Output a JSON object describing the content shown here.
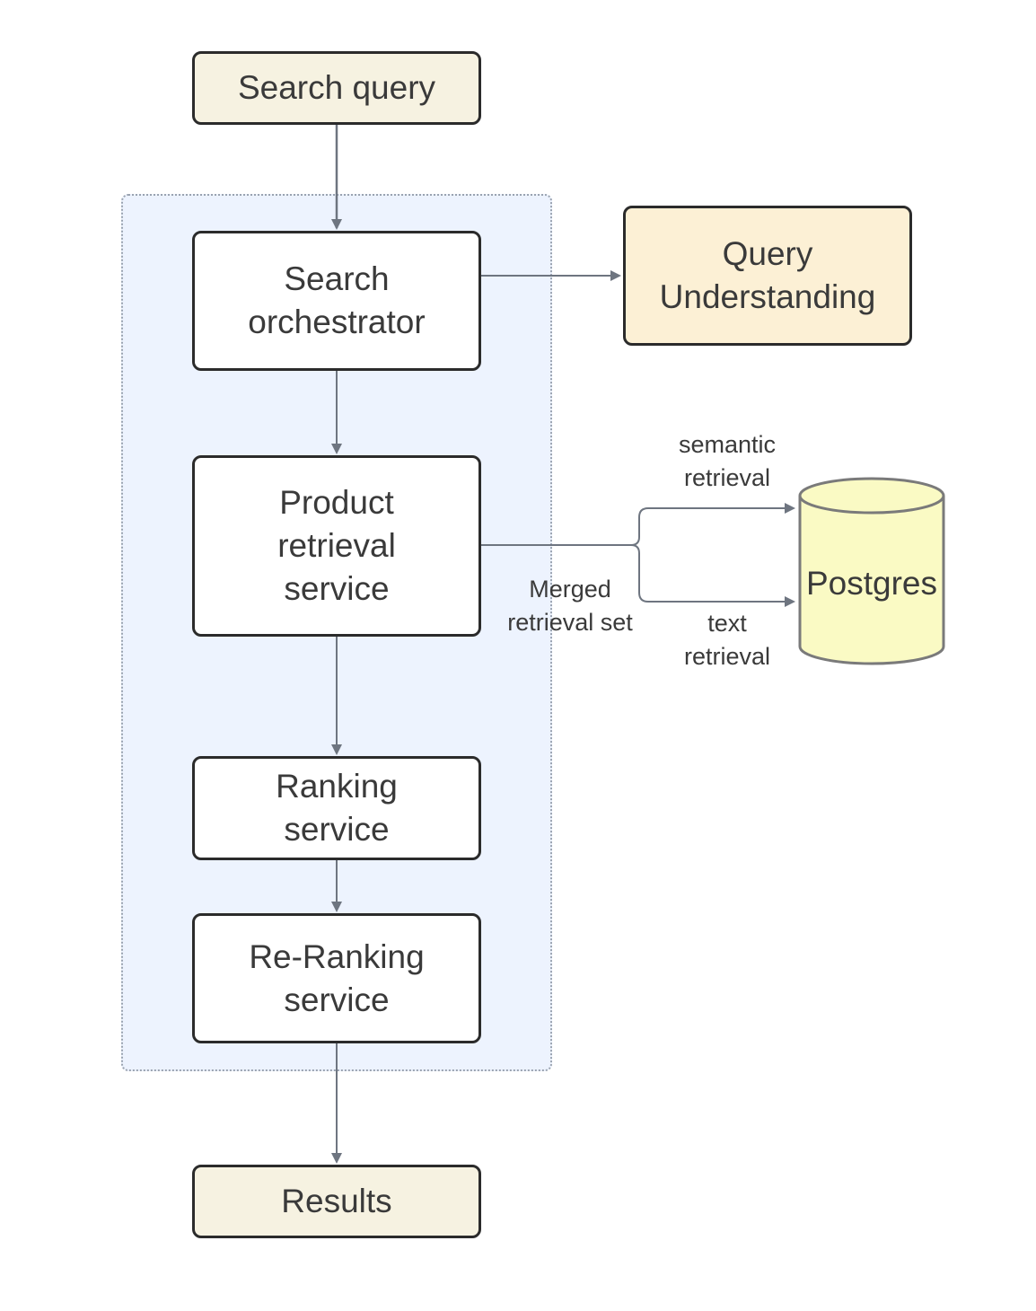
{
  "nodes": {
    "search_query": "Search query",
    "search_orchestrator": "Search\norchestrator",
    "query_understanding": "Query\nUnderstanding",
    "product_retrieval": "Product\nretrieval\nservice",
    "ranking": "Ranking\nservice",
    "reranking": "Re-Ranking\nservice",
    "results": "Results",
    "postgres": "Postgres"
  },
  "edge_labels": {
    "semantic": "semantic\nretrieval",
    "text": "text\nretrieval",
    "merged": "Merged\nretrieval set"
  },
  "colors": {
    "io_fill": "#f6f2e1",
    "external_fill": "#fcf0d5",
    "service_fill": "#ffffff",
    "group_fill": "#edf3fe",
    "database_fill": "#fafac4",
    "arrow": "#6e7580",
    "border": "#2b2b2b"
  }
}
